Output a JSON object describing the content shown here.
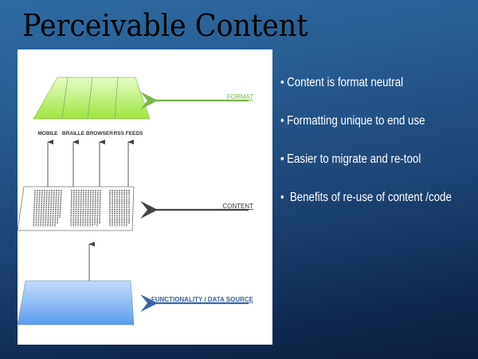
{
  "slide": {
    "title": "Perceivable Content",
    "bullets": [
      {
        "text": "Content is format neutral"
      },
      {
        "text": "Formatting unique to end use"
      },
      {
        "text": "Easier to migrate and re-tool"
      },
      {
        "text": " Benefits of re-use of content /code"
      }
    ],
    "bullet_glyph": "•"
  },
  "diagram": {
    "layers": [
      {
        "label": "FORMAT",
        "color": "#7ab648",
        "fill_top": "#e6fbc4",
        "fill_bottom": "#9fe640"
      },
      {
        "label": "CONTENT",
        "color": "#444444"
      },
      {
        "label": "FUNCTIONALITY / DATA SOURCE",
        "color": "#3a64a8",
        "fill_top": "#c4dbfb",
        "fill_bottom": "#5a9ef0"
      }
    ],
    "outputs": [
      "MOBILE",
      "BRAILLE",
      "BROWSER",
      "RSS FEEDS"
    ]
  }
}
